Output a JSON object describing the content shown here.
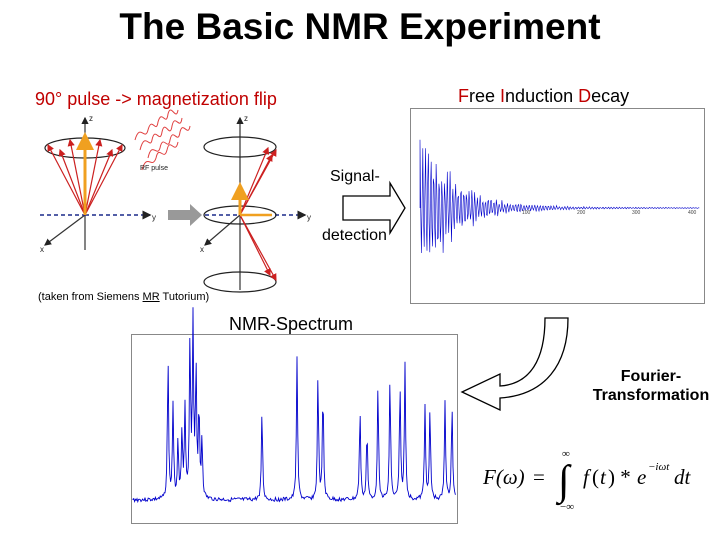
{
  "title": "The Basic NMR Experiment",
  "pulse_heading": "90° pulse -> magnetization flip",
  "fid_heading": {
    "free_first": "F",
    "free_rest": "ree ",
    "induction_first": "I",
    "induction_rest": "nduction ",
    "decay_first": "D",
    "decay_rest": "ecay"
  },
  "signal_label": "Signal-",
  "detection_label": "detection",
  "credit": {
    "before": "(taken from Siemens ",
    "mr": "MR",
    "after": " Tutorium)"
  },
  "spectrum_heading": "NMR-Spectrum",
  "fourier": {
    "line1": "Fourier-",
    "line2": "Transformation"
  },
  "formula": "F(ω) = ∫ f(t) * e^(−iωt) dt, from −∞ to ∞",
  "diagram": {
    "rf_pulse_label": "RF pulse",
    "axis_z": "z",
    "axis_y": "y",
    "axis_x": "x"
  },
  "fid_ticks": [
    "100",
    "200",
    "300",
    "400"
  ],
  "colors": {
    "heading_red": "#c00000",
    "signal_blue": "#0000cc",
    "arrow_red": "#cc2020",
    "arrow_orange": "#f0a020"
  }
}
